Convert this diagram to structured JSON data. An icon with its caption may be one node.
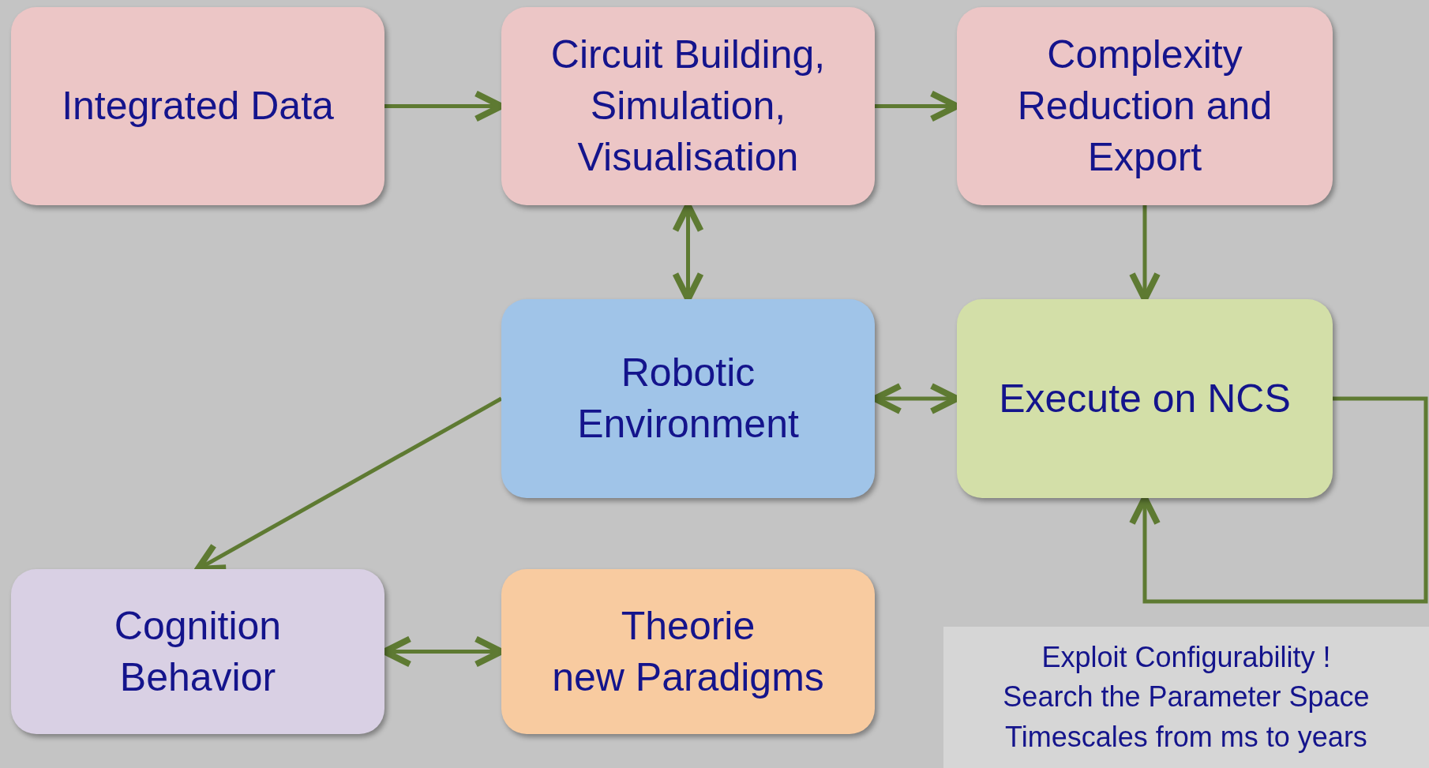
{
  "diagram": {
    "nodes": [
      {
        "text": [
          "Integrated Data"
        ]
      },
      {
        "text": [
          "Circuit Building, Simulation, Visualisation"
        ]
      },
      {
        "text": [
          "Complexity Reduction and Export"
        ]
      },
      {
        "text": [
          "Robotic Environment"
        ]
      },
      {
        "text": [
          "Execute on NCS"
        ]
      },
      {
        "text": [
          "Cognition Behavior"
        ]
      },
      {
        "text": [
          "Theorie",
          "new Paradigms"
        ]
      },
      {
        "text": [
          "Exploit Configurability !",
          "Search the Parameter Space",
          "Timescales from ms to years"
        ]
      }
    ],
    "edges": [
      {
        "from": 0,
        "to": 1,
        "arrow": "to"
      },
      {
        "from": 1,
        "to": 2,
        "arrow": "to"
      },
      {
        "from": 1,
        "to": 3,
        "arrow": "both"
      },
      {
        "from": 2,
        "to": 4,
        "arrow": "to"
      },
      {
        "from": 3,
        "to": 4,
        "arrow": "both"
      },
      {
        "from": 3,
        "to": 5,
        "arrow": "to"
      },
      {
        "from": 5,
        "to": 6,
        "arrow": "both"
      },
      {
        "from": 4,
        "to": 4,
        "arrow": "to"
      }
    ]
  }
}
